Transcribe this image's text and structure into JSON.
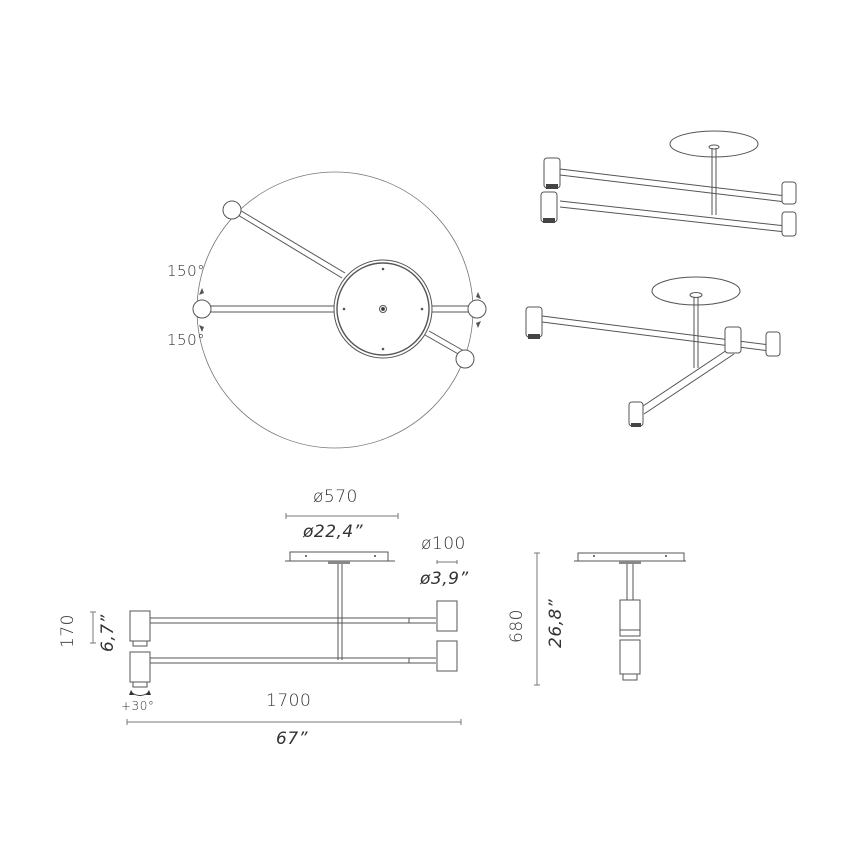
{
  "drawing": {
    "type": "product-dimension-diagram",
    "subject": "ceiling pendant lamp with arms and cylindrical spotlights",
    "colors": {
      "line": "#555555",
      "fill": "#ffffff",
      "text": "#333333"
    }
  },
  "top_view": {
    "rotation_labels": [
      "150°",
      "150°"
    ]
  },
  "front_view": {
    "canopy_diameter_mm": "ø570",
    "canopy_diameter_in": "ø22,4”",
    "spot_diameter_mm": "ø100",
    "spot_diameter_in": "ø3,9”",
    "arm_spacing_mm": "170",
    "arm_spacing_in": "6,7”",
    "tilt_label": "+30°",
    "total_width_mm": "1700",
    "total_width_in": "67”"
  },
  "side_view": {
    "height_mm": "680",
    "height_in": "26,8”"
  },
  "perspective_views": [
    "parallel-arms-configuration",
    "rotated-arms-configuration"
  ]
}
